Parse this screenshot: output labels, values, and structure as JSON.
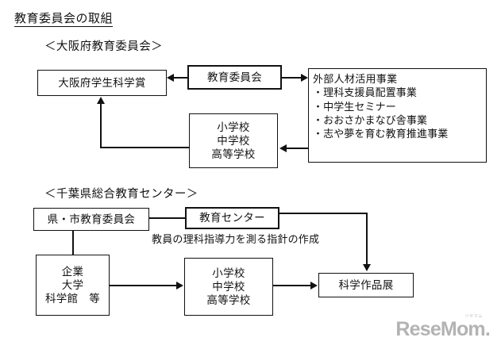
{
  "title": "教育委員会の取組",
  "sections": [
    {
      "heading": "＜大阪府教育委員会＞",
      "boxes": {
        "award": "大阪府学生科学賞",
        "board": "教育委員会",
        "schools": [
          "小学校",
          "中学校",
          "高等学校"
        ],
        "programs": [
          "外部人材活用事業",
          "・理科支援員配置事業",
          "・中学生セミナー",
          "・おおさかまなび舎事業",
          "・志や夢を育む教育推進事業"
        ]
      }
    },
    {
      "heading": "＜千葉県総合教育センター＞",
      "boxes": {
        "local_board": "県・市教育委員会",
        "center": "教育センター",
        "partners": [
          "企業",
          "大学",
          "科学館　等"
        ],
        "schools": [
          "小学校",
          "中学校",
          "高等学校"
        ],
        "exhibition": "科学作品展"
      },
      "caption": "教員の理科指導力を測る指針の作成"
    }
  ],
  "watermark": {
    "kana": "リセマム",
    "name": "ReseMom."
  },
  "colors": {
    "ink": "#111111",
    "paper": "#ffffff",
    "watermark": "#b3b3b3"
  }
}
